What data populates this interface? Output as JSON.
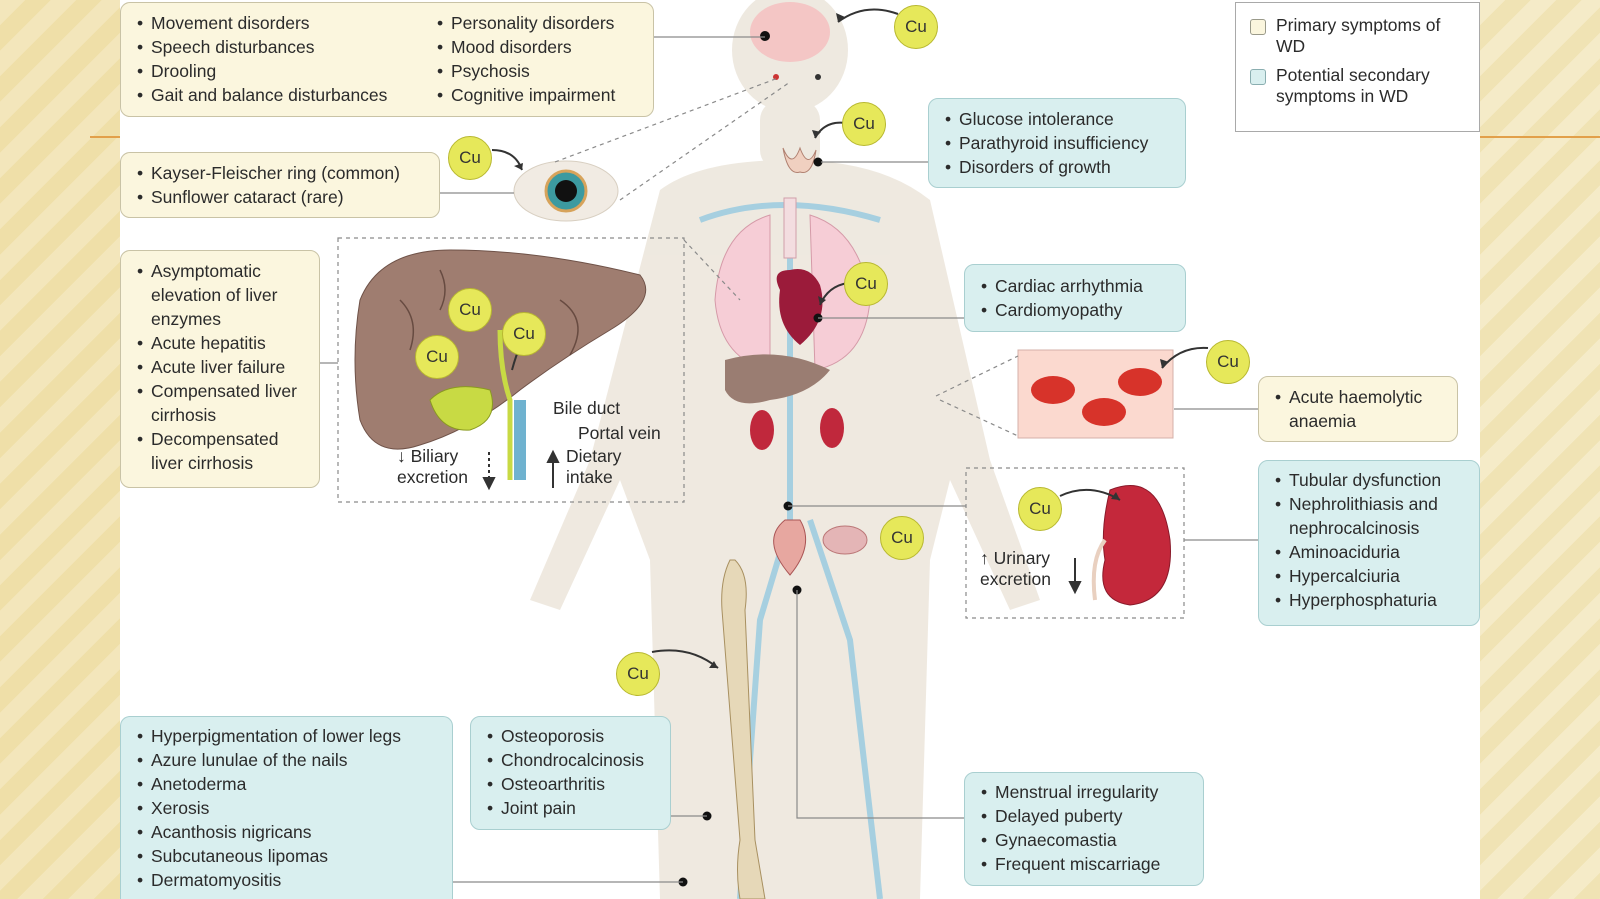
{
  "legend": {
    "primary": "Primary symptoms of WD",
    "secondary": "Potential secondary symptoms in WD",
    "primary_color": "#fbf6de",
    "secondary_color": "#d9efef"
  },
  "copper_label": "Cu",
  "boxes": {
    "neuro_motor": [
      "Movement disorders",
      "Speech disturbances",
      "Drooling",
      "Gait and balance disturbances"
    ],
    "neuro_psych": [
      "Personality disorders",
      "Mood disorders",
      "Psychosis",
      "Cognitive impairment"
    ],
    "eye": [
      "Kayser-Fleischer ring (common)",
      "Sunflower cataract (rare)"
    ],
    "liver": [
      "Asymptomatic elevation of liver enzymes",
      "Acute hepatitis",
      "Acute liver failure",
      "Compensated liver cirrhosis",
      "Decompensated liver cirrhosis"
    ],
    "endocrine": [
      "Glucose intolerance",
      "Parathyroid insufficiency",
      "Disorders of growth"
    ],
    "heart": [
      "Cardiac arrhythmia",
      "Cardiomyopathy"
    ],
    "blood": [
      "Acute haemolytic anaemia"
    ],
    "kidney": [
      "Tubular dysfunction",
      "Nephrolithiasis and nephrocalcinosis",
      "Aminoaciduria",
      "Hypercalciuria",
      "Hyperphosphaturia"
    ],
    "skin": [
      "Hyperpigmentation of lower legs",
      "Azure lunulae of the nails",
      "Anetoderma",
      "Xerosis",
      "Acanthosis nigricans",
      "Subcutaneous lipomas",
      "Dermatomyositis"
    ],
    "bone": [
      "Osteoporosis",
      "Chondrocalcinosis",
      "Osteoarthritis",
      "Joint pain"
    ],
    "reproductive": [
      "Menstrual irregularity",
      "Delayed puberty",
      "Gynaecomastia",
      "Frequent miscarriage"
    ]
  },
  "liver_labels": {
    "bile_duct": "Bile duct",
    "portal_vein": "Portal vein",
    "biliary_excretion": "↓ Biliary excretion",
    "dietary_intake": "Dietary intake"
  },
  "kidney_labels": {
    "urinary_excretion": "Urinary excretion"
  }
}
